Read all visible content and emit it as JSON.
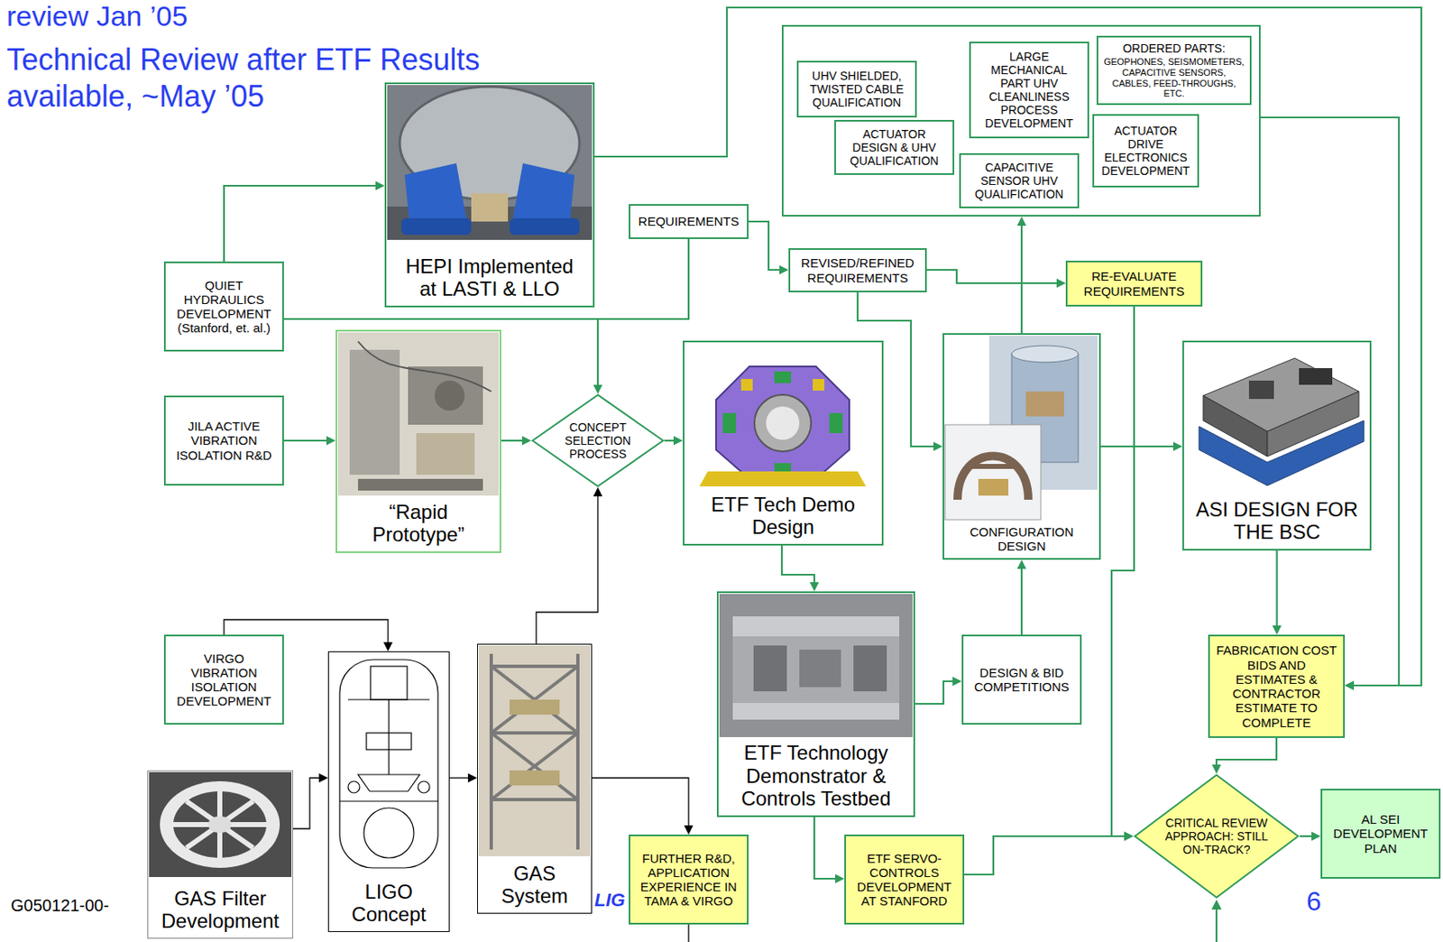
{
  "diagram": {
    "nodes": [
      {
        "text": []
      },
      {
        "text": [
          "UHV SHIELDED, TWISTED CABLE QUALIFICATION"
        ],
        "in": 0
      },
      {
        "text": [
          "LARGE MECHANICAL PART UHV CLEANLINESS PROCESS DEVELOPMENT"
        ],
        "in": 0
      },
      {
        "text": [
          "ORDERED PARTS:",
          "GEOPHONES, SEISMOMETERS, CAPACITIVE SENSORS, CABLES, FEED-THROUGHS, ETC."
        ],
        "in": 0
      },
      {
        "text": [
          "ACTUATOR DESIGN & UHV QUALIFICATION"
        ],
        "in": 0
      },
      {
        "text": [
          "ACTUATOR DRIVE ELECTRONICS DEVELOPMENT"
        ],
        "in": 0
      },
      {
        "text": [
          "CAPACITIVE SENSOR UHV QUALIFICATION"
        ],
        "in": 0
      },
      {
        "text": [
          "HEPI Implemented at LASTI & LLO"
        ]
      },
      {
        "text": [
          "QUIET HYDRAULICS DEVELOPMENT (Stanford, et. al.)"
        ]
      },
      {
        "text": [
          "REQUIREMENTS"
        ]
      },
      {
        "text": [
          "REVISED/REFINED REQUIREMENTS"
        ]
      },
      {
        "text": [
          "RE-EVALUATE REQUIREMENTS"
        ]
      },
      {
        "text": [
          "JILA ACTIVE VIBRATION ISOLATION R&D"
        ]
      },
      {
        "text": [
          "“Rapid Prototype”"
        ]
      },
      {
        "text": [
          "CONCEPT SELECTION PROCESS"
        ]
      },
      {
        "text": [
          "ETF Tech Demo Design"
        ]
      },
      {
        "text": [
          "CONFIGURATION DESIGN"
        ]
      },
      {
        "text": [
          "ASI DESIGN FOR THE BSC"
        ]
      },
      {
        "text": [
          "VIRGO VIBRATION ISOLATION DEVELOPMENT"
        ]
      },
      {
        "text": [
          "LIGO Concept"
        ]
      },
      {
        "text": [
          "GAS Filter Development"
        ]
      },
      {
        "text": [
          "GAS System"
        ]
      },
      {
        "text": [
          "ETF Technology Demonstrator & Controls Testbed"
        ]
      },
      {
        "text": [
          "DESIGN & BID COMPETITIONS"
        ]
      },
      {
        "text": [
          "FABRICATION COST BIDS AND ESTIMATES & CONTRACTOR ESTIMATE TO COMPLETE"
        ]
      },
      {
        "text": [
          "FURTHER R&D, APPLICATION EXPERIENCE IN TAMA & VIRGO"
        ]
      },
      {
        "text": [
          "ETF SERVO-CONTROLS DEVELOPMENT AT STANFORD"
        ]
      },
      {
        "text": [
          "CRITICAL REVIEW APPROACH: STILL ON-TRACK?"
        ]
      },
      {
        "text": [
          "AL SEI DEVELOPMENT PLAN"
        ]
      }
    ],
    "edges": [
      {
        "from": 8,
        "to": 7,
        "arrow": "to"
      },
      {
        "from": 8,
        "to": 14,
        "arrow": "to"
      },
      {
        "from": 8,
        "to": 9,
        "arrow": "none"
      },
      {
        "from": 7,
        "to": 24,
        "arrow": "to"
      },
      {
        "from": 0,
        "to": 24,
        "arrow": "to"
      },
      {
        "from": 9,
        "to": 10,
        "arrow": "to"
      },
      {
        "from": 10,
        "to": 11,
        "arrow": "to"
      },
      {
        "from": 10,
        "to": 16,
        "arrow": "to"
      },
      {
        "from": 11,
        "to": 27,
        "arrow": "to"
      },
      {
        "from": 26,
        "to": 27,
        "arrow": "to"
      },
      {
        "from": 12,
        "to": 13,
        "arrow": "to"
      },
      {
        "from": 13,
        "to": 14,
        "arrow": "to"
      },
      {
        "from": 14,
        "to": 15,
        "arrow": "to"
      },
      {
        "from": 15,
        "to": 22,
        "arrow": "to"
      },
      {
        "from": 22,
        "to": 23,
        "arrow": "to"
      },
      {
        "from": 23,
        "to": 16,
        "arrow": "to"
      },
      {
        "from": 16,
        "to": 0,
        "arrow": "to"
      },
      {
        "from": 16,
        "to": 17,
        "arrow": "to"
      },
      {
        "from": 17,
        "to": 24,
        "arrow": "to"
      },
      {
        "from": 24,
        "to": 27,
        "arrow": "to"
      },
      {
        "from": 27,
        "to": 28,
        "arrow": "to"
      },
      {
        "from": 22,
        "to": 26,
        "arrow": "to"
      },
      {
        "from": 18,
        "to": 19,
        "arrow": "to"
      },
      {
        "from": 20,
        "to": 19,
        "arrow": "to"
      },
      {
        "from": 19,
        "to": 21,
        "arrow": "to"
      },
      {
        "from": 21,
        "to": 14,
        "arrow": "to"
      },
      {
        "from": 21,
        "to": 25,
        "arrow": "to"
      }
    ],
    "labels": [
      "review Jan ’05",
      "Technical Review after ETF Results available, ~May ’05",
      "G050121-00-",
      "LIG",
      "6"
    ]
  }
}
